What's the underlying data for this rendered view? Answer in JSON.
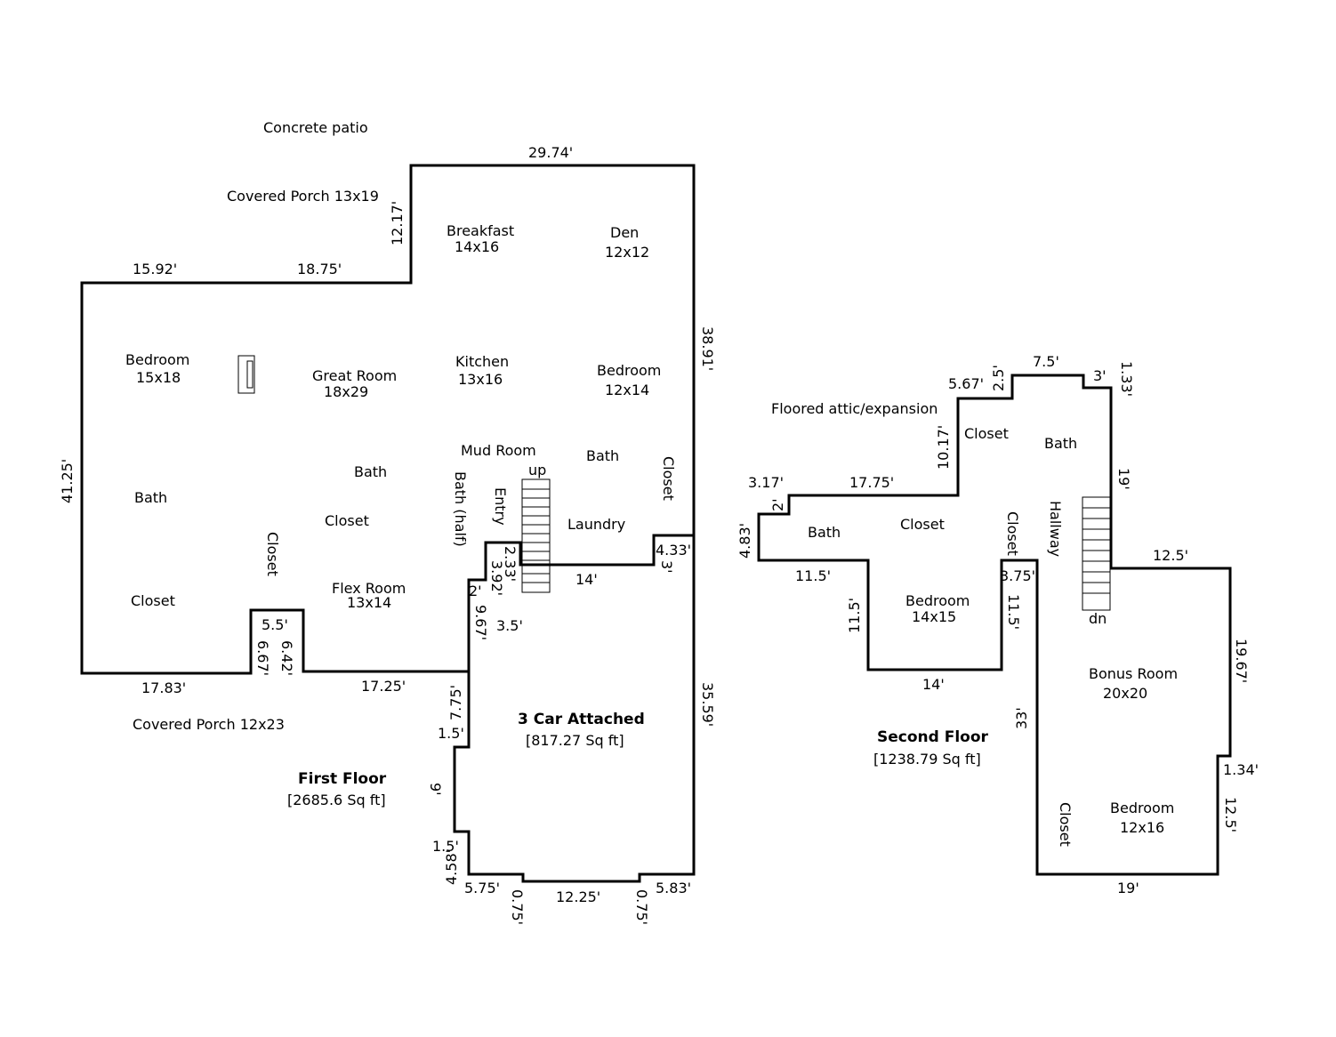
{
  "first_floor": {
    "title": "First Floor",
    "area": "[2685.6 Sq ft]",
    "garage_title": "3 Car Attached",
    "garage_area": "[817.27 Sq ft]",
    "labels": {
      "concrete_patio": "Concrete patio",
      "covered_porch_top": "Covered Porch 13x19",
      "covered_porch_bottom": "Covered Porch 12x23",
      "breakfast": "Breakfast",
      "breakfast_size": "14x16",
      "den": "Den",
      "den_size": "12x12",
      "bedroom_left": "Bedroom",
      "bedroom_left_size": "15x18",
      "great_room": "Great Room",
      "great_room_size": "18x29",
      "kitchen": "Kitchen",
      "kitchen_size": "13x16",
      "bedroom_right": "Bedroom",
      "bedroom_right_size": "12x14",
      "mud_room": "Mud Room",
      "up": "up",
      "bath_right": "Bath",
      "bath_center": "Bath",
      "bath_left": "Bath",
      "bath_half": "Bath (half)",
      "entry": "Entry",
      "closet_right": "Closet",
      "laundry": "Laundry",
      "closet_center": "Closet",
      "closet_vertical": "Closet",
      "closet_left": "Closet",
      "flex_room": "Flex Room",
      "flex_room_size": "13x14"
    },
    "dims": {
      "top": "29.74'",
      "porch_height": "12.17'",
      "left_top_a": "15.92'",
      "left_top_b": "18.75'",
      "right_upper": "38.91'",
      "left_side": "41.25'",
      "right_lower": "35.59'",
      "step_4_33": "4.33'",
      "step_3": "3'",
      "step_14": "14'",
      "step_2_33": "2.33'",
      "step_3_92": "3.92'",
      "step_2": "2'",
      "step_9_67": "9.67'",
      "step_3_5": "3.5'",
      "notch_5_5": "5.5'",
      "notch_6_67": "6.67'",
      "notch_6_42": "6.42'",
      "bottom_17_83": "17.83'",
      "bottom_17_25": "17.25'",
      "garage_7_75": "7.75'",
      "garage_1_5_top": "1.5'",
      "garage_9": "9'",
      "garage_1_5_bottom": "1.5'",
      "garage_4_58": "4.58'",
      "garage_5_75": "5.75'",
      "garage_0_75_left": "0.75'",
      "garage_12_25": "12.25'",
      "garage_0_75_right": "0.75'",
      "garage_5_83": "5.83'"
    }
  },
  "second_floor": {
    "title": "Second Floor",
    "area": "[1238.79 Sq ft]",
    "labels": {
      "floored_attic": "Floored attic/expansion",
      "closet_top": "Closet",
      "bath_top": "Bath",
      "hallway": "Hallway",
      "bath_left": "Bath",
      "closet_mid": "Closet",
      "closet_vertical": "Closet",
      "bedroom_mid": "Bedroom",
      "bedroom_mid_size": "14x15",
      "dn": "dn",
      "bonus_room": "Bonus Room",
      "bonus_room_size": "20x20",
      "closet_bottom": "Closet",
      "bedroom_bottom": "Bedroom",
      "bedroom_bottom_size": "12x16"
    },
    "dims": {
      "d_5_67": "5.67'",
      "d_2_5": "2.5'",
      "d_7_5": "7.5'",
      "d_3": "3'",
      "d_1_33": "1.33'",
      "d_10_17": "10.17'",
      "d_19_right": "19'",
      "d_3_17": "3.17'",
      "d_17_75": "17.75'",
      "d_2": "2'",
      "d_4_83": "4.83'",
      "d_11_5_h": "11.5'",
      "d_11_5_v_left": "11.5'",
      "d_14": "14'",
      "d_3_75": "3.75'",
      "d_11_5_v_right": "11.5'",
      "d_12_5_top": "12.5'",
      "d_33": "33'",
      "d_19_67": "19.67'",
      "d_1_34": "1.34'",
      "d_12_5_right": "12.5'",
      "d_19_bottom": "19'"
    }
  }
}
